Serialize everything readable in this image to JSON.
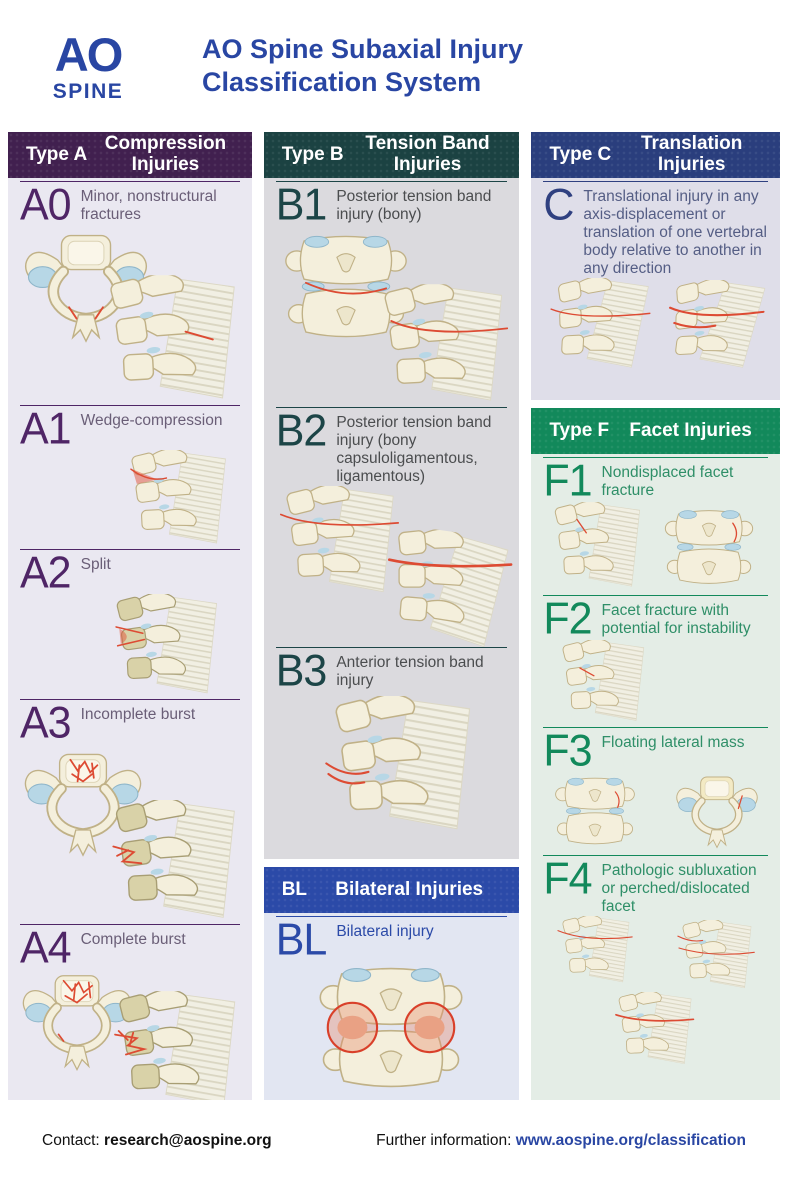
{
  "header": {
    "logo_text": "AO",
    "logo_subtext": "SPINE",
    "title": "AO Spine Subaxial Injury Classification System"
  },
  "colors": {
    "brand_blue": "#2946A3",
    "type_a_purple": "#41204F",
    "type_b_teal": "#1B4242",
    "type_c_navy": "#2A3E7D",
    "type_f_green": "#12895B",
    "bl_blue": "#2B4AA8",
    "fracture_red": "#DD4B33",
    "bone": "#F4EFDC",
    "facet_blue": "#B7D7E6"
  },
  "sections": {
    "type_a": {
      "type_label": "Type A",
      "name": "Compression Injuries",
      "items": [
        {
          "code": "A0",
          "label": "Minor, nonstructural fractures",
          "illustrations": [
            "axial-vertebra",
            "lateral-spine"
          ]
        },
        {
          "code": "A1",
          "label": "Wedge-compression",
          "illustrations": [
            "lateral-spine"
          ]
        },
        {
          "code": "A2",
          "label": "Split",
          "illustrations": [
            "lateral-spine"
          ]
        },
        {
          "code": "A3",
          "label": "Incomplete burst",
          "illustrations": [
            "axial-vertebra",
            "lateral-spine"
          ]
        },
        {
          "code": "A4",
          "label": "Complete burst",
          "illustrations": [
            "axial-vertebra",
            "lateral-spine"
          ]
        }
      ]
    },
    "type_b": {
      "type_label": "Type B",
      "name": "Tension Band Injuries",
      "items": [
        {
          "code": "B1",
          "label": "Posterior tension band injury (bony)",
          "illustrations": [
            "posterior-vertebrae",
            "lateral-spine"
          ]
        },
        {
          "code": "B2",
          "label": "Posterior tension band injury (bony capsuloligamentous, ligamentous)",
          "illustrations": [
            "lateral-spine",
            "lateral-spine"
          ]
        },
        {
          "code": "B3",
          "label": "Anterior tension band injury",
          "illustrations": [
            "lateral-spine"
          ]
        }
      ]
    },
    "bl": {
      "type_label": "BL",
      "name": "Bilateral Injuries",
      "items": [
        {
          "code": "BL",
          "label": "Bilateral injury",
          "illustrations": [
            "posterior-vertebrae-circled"
          ]
        }
      ]
    },
    "type_c": {
      "type_label": "Type C",
      "name": "Translation Injuries",
      "items": [
        {
          "code": "C",
          "label": "Translational injury in any axis-displacement or translation of one vertebral body relative to another in any direction",
          "illustrations": [
            "lateral-spine",
            "lateral-spine"
          ]
        }
      ]
    },
    "type_f": {
      "type_label": "Type F",
      "name": "Facet Injuries",
      "items": [
        {
          "code": "F1",
          "label": "Nondisplaced facet fracture",
          "illustrations": [
            "lateral-spine",
            "posterior-vertebrae"
          ]
        },
        {
          "code": "F2",
          "label": "Facet fracture with potential for instability",
          "illustrations": [
            "lateral-spine"
          ]
        },
        {
          "code": "F3",
          "label": "Floating lateral mass",
          "illustrations": [
            "posterior-vertebrae",
            "axial-vertebra"
          ]
        },
        {
          "code": "F4",
          "label": "Pathologic subluxation or perched/dislocated facet",
          "illustrations": [
            "lateral-spine",
            "lateral-spine",
            "lateral-spine"
          ]
        }
      ]
    }
  },
  "footer": {
    "contact_label": "Contact:",
    "contact_value": "research@aospine.org",
    "info_label": "Further information:",
    "info_value": "www.aospine.org/classification"
  }
}
